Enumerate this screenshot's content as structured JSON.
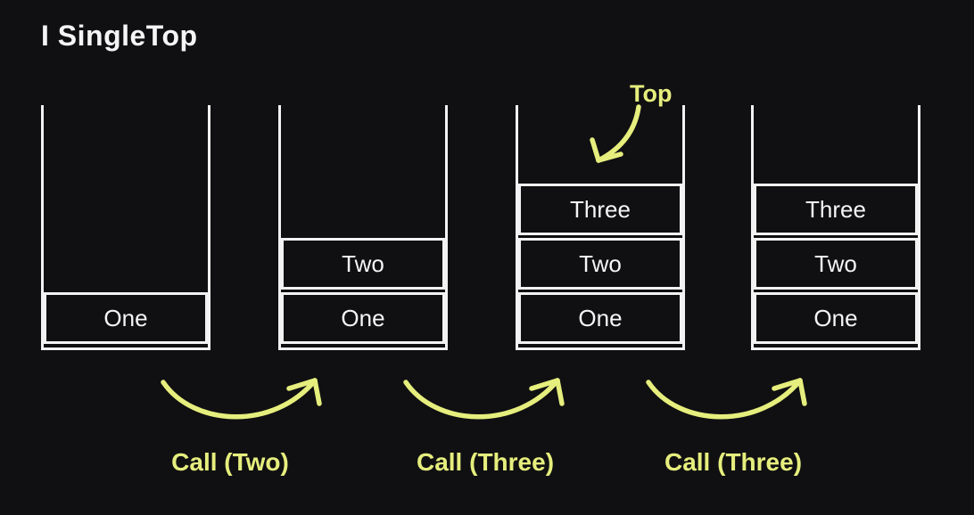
{
  "title": "I SingleTop",
  "colors": {
    "bg": "#101012",
    "line": "#f2f2f2",
    "text": "#f5f5f5",
    "accent": "#e6ee7d"
  },
  "top_annotation": {
    "label": "Top"
  },
  "stacks": [
    {
      "name": "stack-initial",
      "cells": [
        "One"
      ]
    },
    {
      "name": "stack-after-call-two",
      "cells": [
        "Two",
        "One"
      ]
    },
    {
      "name": "stack-after-call-three",
      "cells": [
        "Three",
        "Two",
        "One"
      ]
    },
    {
      "name": "stack-after-second-call-three",
      "cells": [
        "Three",
        "Two",
        "One"
      ]
    }
  ],
  "transitions": [
    {
      "label": "Call (Two)"
    },
    {
      "label": "Call (Three)"
    },
    {
      "label": "Call (Three)"
    }
  ]
}
